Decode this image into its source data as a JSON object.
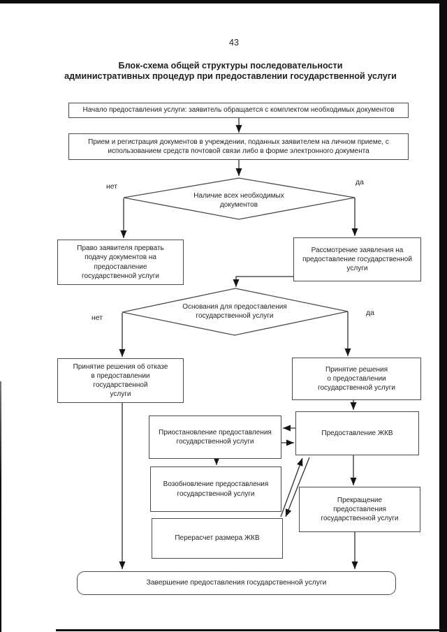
{
  "page": {
    "number": "43"
  },
  "title": "Блок-схема общей структуры последовательности\nадминистративных процедур при предоставлении государственной услуги",
  "branch_labels": {
    "decision1_no": "нет",
    "decision1_yes": "да",
    "decision2_no": "нет",
    "decision2_yes": "да"
  },
  "nodes": {
    "start": "Начало предоставления услуги: заявитель обращается с комплектом необходимых документов",
    "reception": "Прием и регистрация документов в учреждении, поданных заявителем на личном приеме, с\nиспользованием средств почтовой связи либо в форме электронного документа",
    "decision1": "Наличие всех необходимых\nдокументов",
    "interrupt_right": "Право заявителя прервать\nподачу документов на\nпредоставление\nгосударственной услуги",
    "review": "Рассмотрение заявления на\nпредоставление государственной\nуслуги",
    "decision2": "Основания для предоставления\nгосударственной услуги",
    "refusal": "Принятие решения об отказе\nв предоставлении\nгосударственной\nуслуги",
    "approval": "Принятие решения\nо предоставлении\nгосударственной услуги",
    "provision": "Предоставление ЖКВ",
    "suspension": "Приостановление предоставления\nгосударственной услуги",
    "resumption": "Возобновление предоставления\nгосударственной услуги",
    "recalculation": "Перерасчет размера ЖКВ",
    "termination": "Прекращение\nпредоставления\nгосударственной услуги",
    "completion": "Завершение предоставления государственной услуги"
  },
  "colors": {
    "ink": "#1f1f1f",
    "box_border": "#4b4b4b",
    "connector": "#2e2e2e",
    "frame_bar": "#0c0c0c",
    "background": "#ffffff"
  }
}
